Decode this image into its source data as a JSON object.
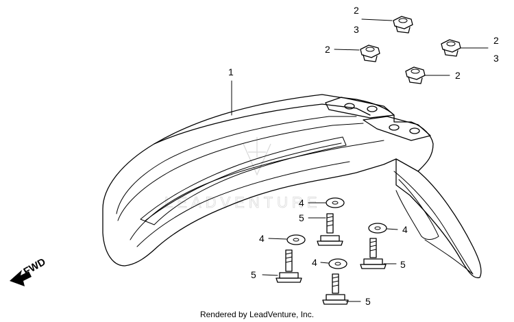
{
  "diagram": {
    "watermark_text": "LEADVENTURE",
    "direction_label": "FWD",
    "callouts": {
      "fender": "1",
      "nut_a": "2",
      "nut_a_alt": "3",
      "nut_b": "2",
      "nut_c": "2",
      "nut_c_alt": "3",
      "nut_d": "2",
      "washer_a": "4",
      "washer_b": "4",
      "washer_c": "4",
      "washer_d": "4",
      "bolt_a": "5",
      "bolt_b": "5",
      "bolt_c": "5",
      "bolt_d": "5"
    }
  },
  "footer": {
    "credit": "Rendered by LeadVenture, Inc."
  }
}
